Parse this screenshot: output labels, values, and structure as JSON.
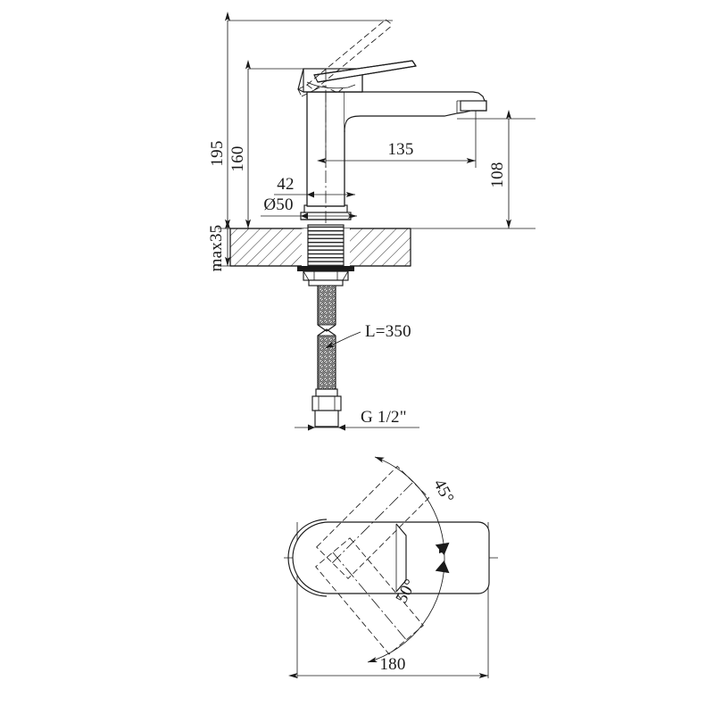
{
  "drawing": {
    "title": "Single-lever basin mixer tap — dimensioned technical drawing",
    "units": "mm",
    "line_color": "#1a1a1a",
    "background_color": "#ffffff",
    "views": [
      {
        "name": "front-elevation",
        "label": "Front elevation with handle open position shown dashed"
      },
      {
        "name": "top-view",
        "label": "Top view showing lever swivel range"
      }
    ]
  },
  "dimensions": {
    "total_height": "195",
    "spout_height": "160",
    "spout_reach": "135",
    "aerator_height": "108",
    "body_width": "42",
    "base_diameter": "Ø50",
    "counter_thickness": "max35",
    "hose_length": "L=350",
    "thread_size": "G 1/2\"",
    "top_view_length": "180",
    "angle_upper": "45°",
    "angle_lower": "50°"
  },
  "labels": [
    {
      "id": "dim-195",
      "text": "195",
      "orientation": "vertical",
      "view": "front-elevation"
    },
    {
      "id": "dim-160",
      "text": "160",
      "orientation": "vertical",
      "view": "front-elevation"
    },
    {
      "id": "dim-135",
      "text": "135",
      "orientation": "horizontal",
      "view": "front-elevation"
    },
    {
      "id": "dim-108",
      "text": "108",
      "orientation": "vertical",
      "view": "front-elevation"
    },
    {
      "id": "dim-42",
      "text": "42",
      "orientation": "horizontal",
      "view": "front-elevation"
    },
    {
      "id": "dim-d50",
      "text": "Ø50",
      "orientation": "horizontal",
      "view": "front-elevation"
    },
    {
      "id": "dim-max35",
      "text": "max35",
      "orientation": "vertical",
      "view": "front-elevation"
    },
    {
      "id": "label-l350",
      "text": "L=350",
      "orientation": "horizontal",
      "view": "front-elevation"
    },
    {
      "id": "label-g12",
      "text": "G 1/2\"",
      "orientation": "horizontal",
      "view": "front-elevation"
    },
    {
      "id": "dim-180",
      "text": "180",
      "orientation": "horizontal",
      "view": "top-view"
    },
    {
      "id": "angle-45",
      "text": "45°",
      "orientation": "rotated",
      "view": "top-view"
    },
    {
      "id": "angle-50",
      "text": "50°",
      "orientation": "rotated",
      "view": "top-view"
    }
  ]
}
